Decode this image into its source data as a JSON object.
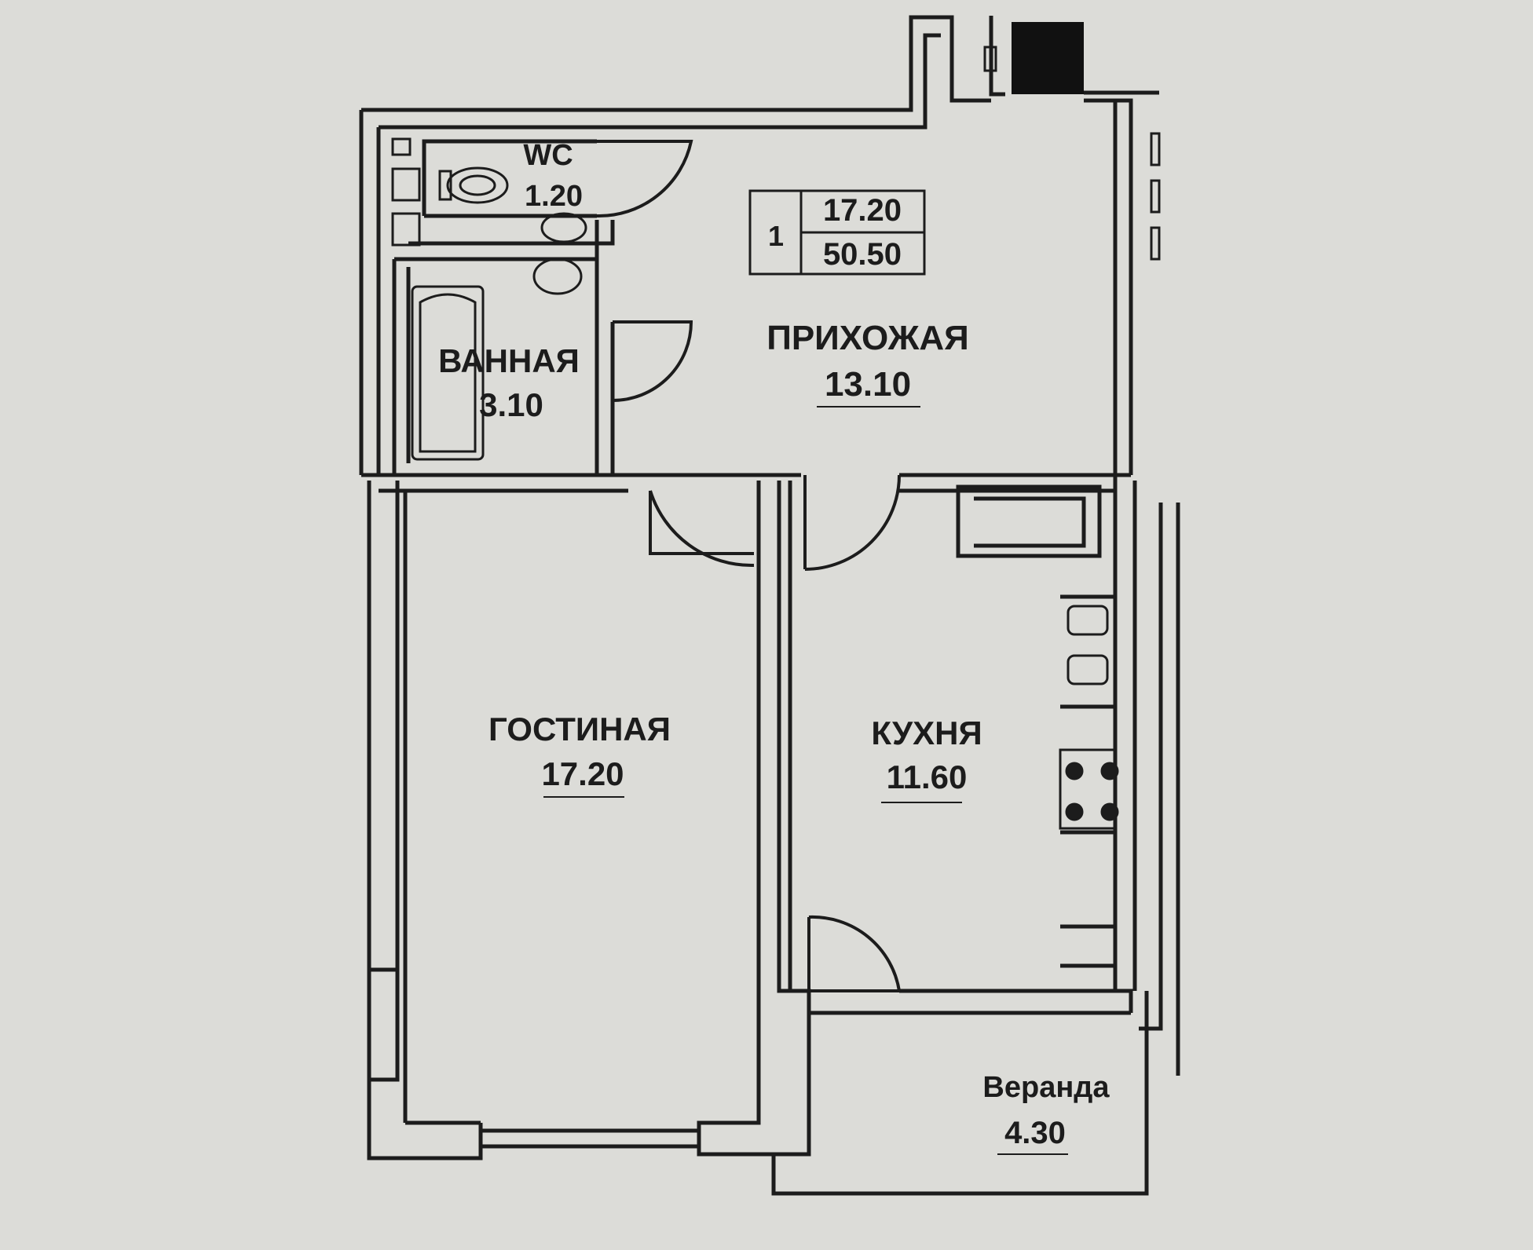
{
  "apartment": {
    "rooms_count": "1",
    "living_area": "17.20",
    "total_area": "50.50"
  },
  "rooms": {
    "wc": {
      "name": "WC",
      "area": "1.20"
    },
    "bathroom": {
      "name": "ВАННАЯ",
      "area": "3.10"
    },
    "hallway": {
      "name": "ПРИХОЖАЯ",
      "area": "13.10"
    },
    "living": {
      "name": "ГОСТИНАЯ",
      "area": "17.20"
    },
    "kitchen": {
      "name": "КУХНЯ",
      "area": "11.60"
    },
    "veranda": {
      "name": "Веранда",
      "area": "4.30"
    }
  },
  "colors": {
    "background": "#dcdcd8",
    "line": "#1c1c1c",
    "vent_block": "#111111"
  }
}
